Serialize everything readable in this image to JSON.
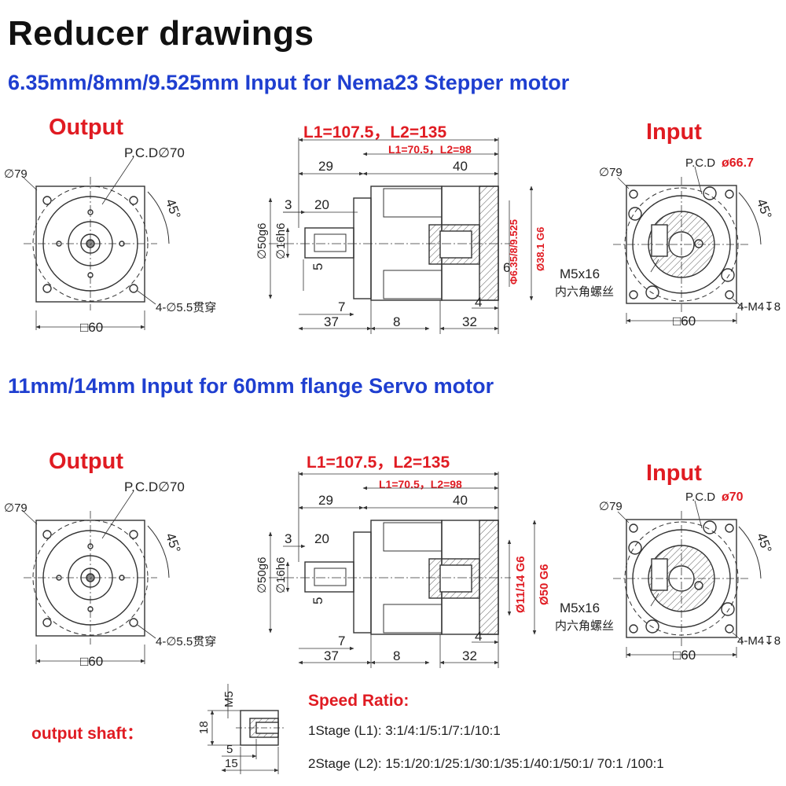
{
  "title": "Reducer drawings",
  "sections": [
    {
      "heading": "6.35mm/8mm/9.525mm Input for Nema23 Stepper motor",
      "output_label": "Output",
      "input_label": "Input",
      "length_main": "L1=107.5，L2=135",
      "length_sub": "L1=70.5，L2=98",
      "output_dims": {
        "pcd": "P.C.D∅70",
        "dia": "∅79",
        "angle": "45°",
        "holes": "4-∅5.5贯穿",
        "square": "□60"
      },
      "side_dims": {
        "d29": "29",
        "d40": "40",
        "d3": "3",
        "d20": "20",
        "d50": "∅50g6",
        "d16": "∅16h6",
        "d5": "5",
        "d7": "7",
        "d37": "37",
        "d8": "8",
        "d32": "32",
        "d4": "4",
        "d6": "6",
        "bore": "Φ6.35/8/9.525",
        "spigot": "Ø38.1 G6"
      },
      "input_dims": {
        "pcd_prefix": "P.C.D",
        "pcd_value": "ø66.7",
        "dia": "∅79",
        "angle": "45°",
        "screw": "M5x16",
        "screw_cn": "内六角螺丝",
        "holes": "4-M4↧8",
        "square": "□60"
      }
    },
    {
      "heading": "11mm/14mm Input for 60mm flange Servo motor",
      "output_label": "Output",
      "input_label": "Input",
      "length_main": "L1=107.5，L2=135",
      "length_sub": "L1=70.5，L2=98",
      "output_dims": {
        "pcd": "P.C.D∅70",
        "dia": "∅79",
        "angle": "45°",
        "holes": "4-∅5.5贯穿",
        "square": "□60"
      },
      "side_dims": {
        "d29": "29",
        "d40": "40",
        "d3": "3",
        "d20": "20",
        "d50": "∅50g6",
        "d16": "∅16h6",
        "d5": "5",
        "d7": "7",
        "d37": "37",
        "d8": "8",
        "d32": "32",
        "d4": "4",
        "bore": "Ø11/14 G6",
        "spigot": "Ø50 G6"
      },
      "input_dims": {
        "pcd_prefix": "P.C.D",
        "pcd_value": "ø70",
        "dia": "∅79",
        "angle": "45°",
        "screw": "M5x16",
        "screw_cn": "内六角螺丝",
        "holes": "4-M4↧8",
        "square": "□60"
      }
    }
  ],
  "shaft": {
    "label": "output shaft：",
    "dims": {
      "m5": "M5",
      "d18": "18",
      "d5": "5",
      "d15": "15"
    }
  },
  "speed_ratio": {
    "title": "Speed Ratio:",
    "stage1": "1Stage (L1): 3:1/4:1/5:1/7:1/10:1",
    "stage2": "2Stage (L2): 15:1/20:1/25:1/30:1/35:1/40:1/50:1/ 70:1 /100:1"
  },
  "colors": {
    "heading": "#1f3fd0",
    "label": "#e01b22",
    "line": "#333333",
    "text": "#222222"
  }
}
